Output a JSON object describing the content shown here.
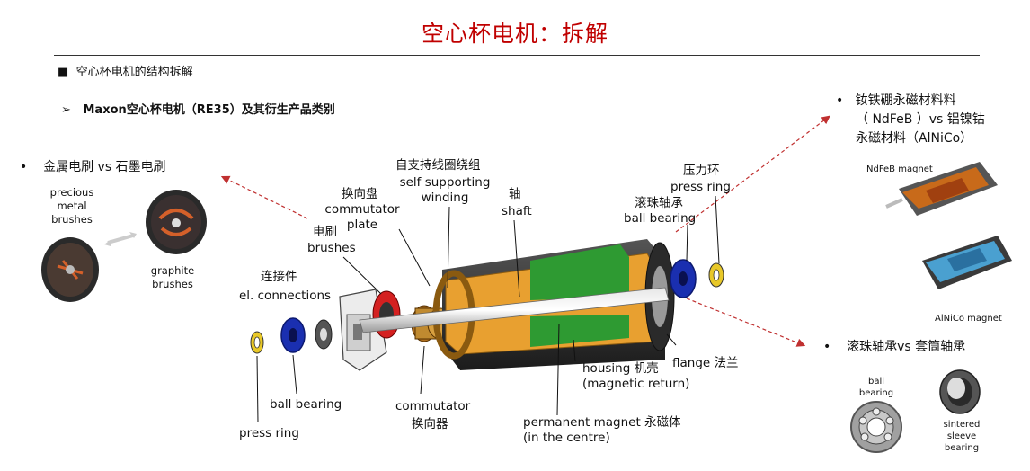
{
  "title": "空心杯电机：拆解",
  "section": {
    "bullet": "■",
    "text": "空心杯电机的结构拆解"
  },
  "subsection": {
    "bullet": "➢",
    "text": "Maxon空心杯电机（RE35）及其衍生产品类别"
  },
  "left_note": {
    "bullet": "•",
    "text": "金属电刷 vs 石墨电刷"
  },
  "left_images": {
    "precious": "precious\nmetal\nbrushes",
    "graphite": "graphite\nbrushes"
  },
  "right_top_note": {
    "bullet": "•",
    "line1": "钕铁硼永磁材料料",
    "line2": "（ NdFeB ）vs 铝镍钴",
    "line3": "永磁材料（AlNiCo）"
  },
  "right_top_images": {
    "ndfeb": "NdFeB magnet",
    "alnico": "AlNiCo magnet"
  },
  "right_bottom_note": {
    "bullet": "•",
    "text": "滚珠轴承vs 套筒轴承"
  },
  "right_bottom_images": {
    "ball": "ball\nbearing",
    "sleeve": "sintered\nsleeve\nbearing"
  },
  "labels": {
    "winding_cn": "自支持线圈绕组",
    "winding_en": "self supporting\nwinding",
    "shaft_cn": "轴",
    "shaft_en": "shaft",
    "press_ring_top_cn": "压力环",
    "press_ring_top_en": "press ring",
    "ball_bearing_top_cn": "滚珠轴承",
    "ball_bearing_top_en": "ball bearing",
    "plate_cn": "换向盘",
    "plate_en": "commutator\nplate",
    "brushes_cn": "电刷",
    "brushes_en": "brushes",
    "connections_cn": "连接件",
    "connections_en": "el. connections",
    "ball_bearing_bottom": "ball bearing",
    "press_ring_bottom": "press ring",
    "commutator_en": "commutator",
    "commutator_cn": "换向器",
    "housing": "housing 机壳\n(magnetic return)",
    "magnet": "permanent magnet 永磁体\n(in the centre)",
    "flange": "flange  法兰"
  },
  "colors": {
    "title": "#c00000",
    "housing": "#e8a030",
    "magnet": "#2e9a32",
    "bearing": "#1a2fb0",
    "ring": "#e8c828",
    "arrow": "#c03030"
  }
}
